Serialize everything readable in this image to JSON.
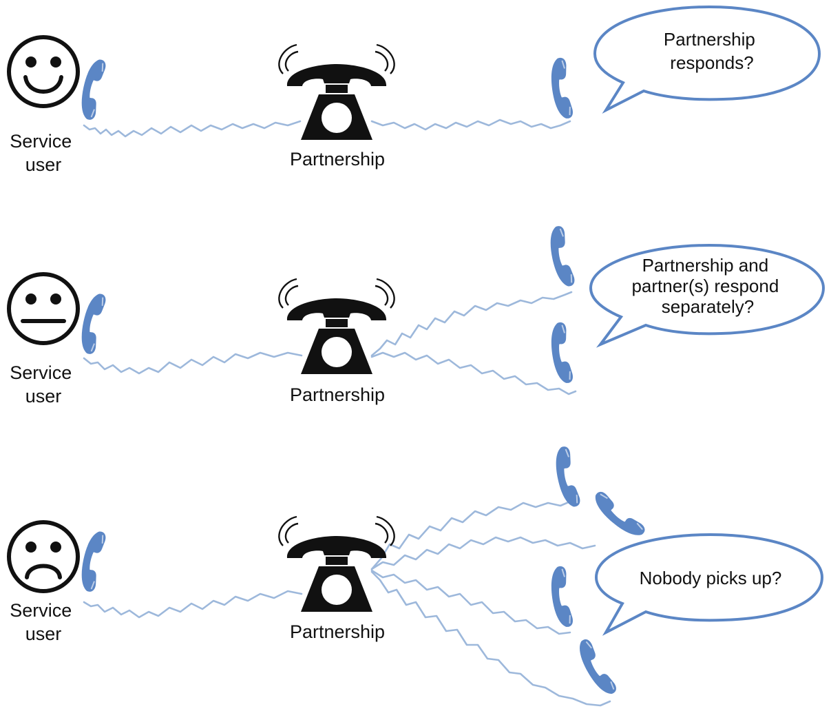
{
  "colors": {
    "handset": "#5b86c5",
    "cord": "#9db8db",
    "bubble_stroke": "#5b86c5",
    "phone": "#111111",
    "text": "#111111"
  },
  "icons": {
    "face_happy": "smiley-face-icon",
    "face_neutral": "neutral-face-icon",
    "face_sad": "sad-face-icon",
    "desk_phone": "ringing-telephone-icon",
    "handset": "phone-handset-icon"
  },
  "scenarios": [
    {
      "mood": "happy",
      "person_label": [
        "Service",
        "user"
      ],
      "phone_label": "Partnership",
      "bubble_lines": [
        "Partnership",
        "responds?"
      ]
    },
    {
      "mood": "neutral",
      "person_label": [
        "Service",
        "user"
      ],
      "phone_label": "Partnership",
      "bubble_lines": [
        "Partnership and",
        "partner(s) respond",
        "separately?"
      ]
    },
    {
      "mood": "sad",
      "person_label": [
        "Service",
        "user"
      ],
      "phone_label": "Partnership",
      "bubble_lines": [
        "Nobody picks up?"
      ]
    }
  ]
}
